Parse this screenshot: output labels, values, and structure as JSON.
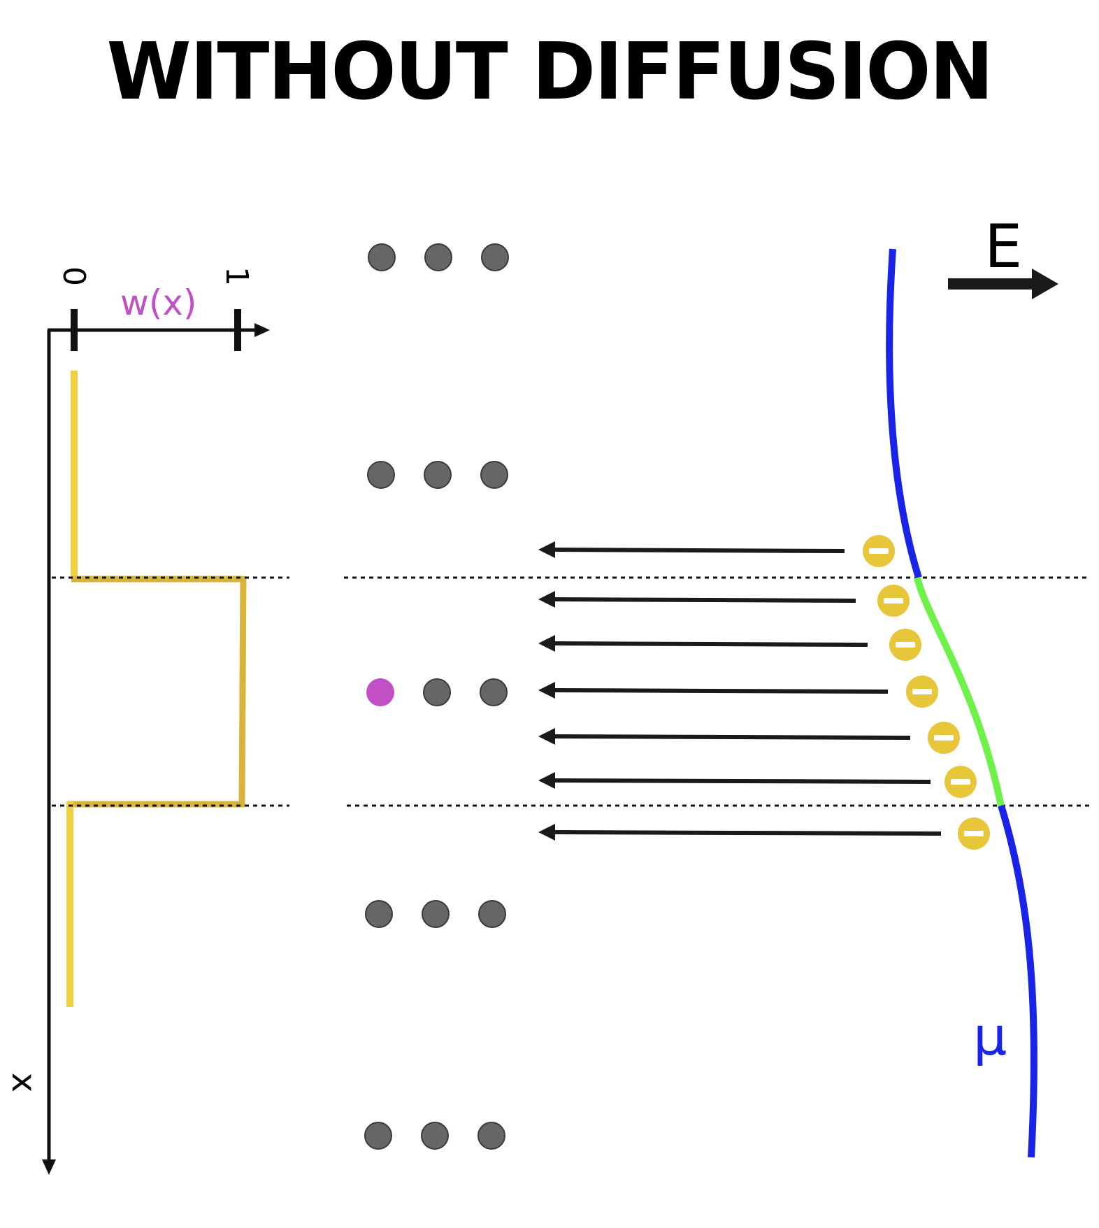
{
  "title": "WITHOUT DIFFUSION",
  "labels": {
    "tick_zero": "0",
    "tick_one": "1",
    "w_axis": "w(x)",
    "x_axis": "x",
    "field": "E",
    "potential": "μ",
    "charge_sign": "−"
  },
  "colors": {
    "axis": "#111111",
    "window_function": "#f2cf43",
    "window_function_dark": "#d9b43a",
    "atom": "#666666",
    "highlight_atom": "#c34fc7",
    "w_label": "#c34fc7",
    "electron": "#e8c63a",
    "potential_outside": "#1a24e8",
    "potential_inside": "#6ef24a",
    "arrow": "#1a1a1a"
  },
  "atom_rows": 5,
  "atoms_per_row": 3,
  "highlight_atom": {
    "row": 3,
    "column": 1
  },
  "electron_count": 7
}
